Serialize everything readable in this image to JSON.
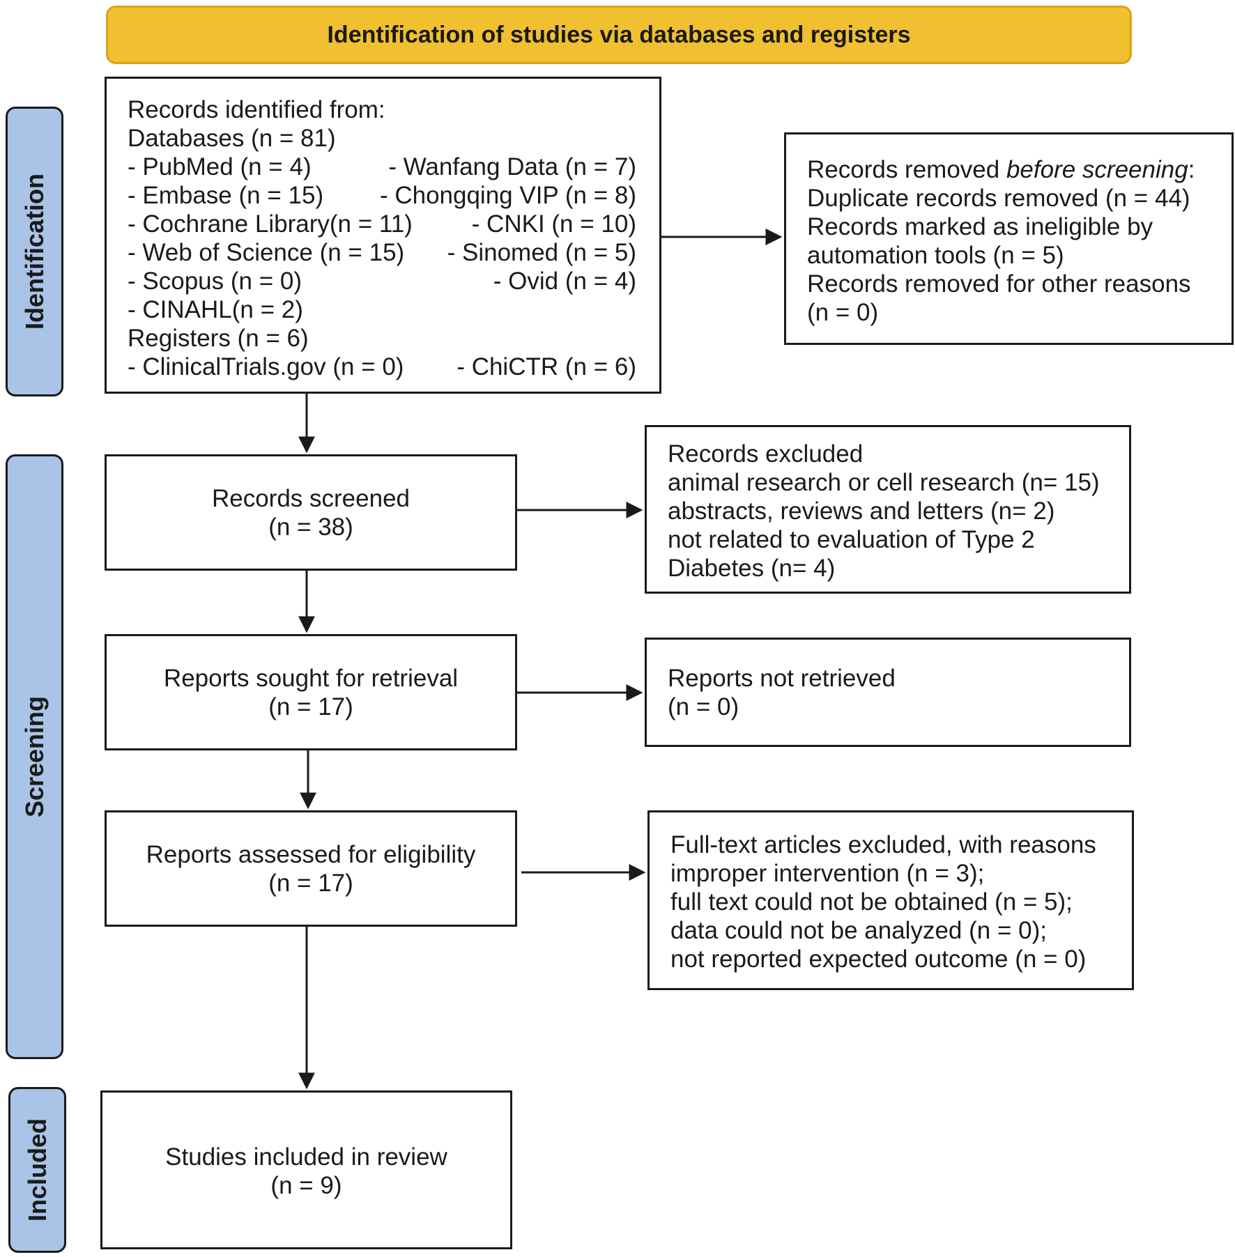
{
  "banner": "Identification of studies via databases and registers",
  "phases": {
    "identification": "Identification",
    "screening": "Screening",
    "included": "Included"
  },
  "identified": {
    "heading": "Records identified from:",
    "databases_label": "Databases (n = 81)",
    "databases": [
      [
        "- PubMed (n = 4)",
        "- Wanfang Data (n = 7)"
      ],
      [
        "- Embase (n = 15)",
        "- Chongqing VIP (n = 8)"
      ],
      [
        "- Cochrane Library(n = 11)",
        "- CNKI (n = 10)"
      ],
      [
        "- Web of Science (n = 15)",
        "- Sinomed (n = 5)"
      ],
      [
        "- Scopus (n = 0)",
        "- Ovid (n = 4)"
      ],
      [
        "- CINAHL(n = 2)",
        ""
      ]
    ],
    "registers_label": "Registers (n = 6)",
    "registers": [
      [
        "- ClinicalTrials.gov (n = 0)",
        "- ChiCTR (n = 6)"
      ]
    ]
  },
  "removed": {
    "heading_prefix": "Records removed ",
    "heading_em": "before screening",
    "heading_suffix": ":",
    "lines": [
      "Duplicate records removed  (n = 44)",
      "Records marked as ineligible by",
      "automation tools (n = 5)",
      "Records removed for other reasons",
      "(n = 0)"
    ]
  },
  "screened": {
    "label": "Records screened",
    "n": "(n = 38)"
  },
  "excluded": {
    "lines": [
      "Records excluded",
      "animal research or cell research (n= 15)",
      "abstracts, reviews and letters (n= 2)",
      "not related to evaluation of Type 2",
      "Diabetes (n= 4)"
    ]
  },
  "sought": {
    "label": "Reports sought for retrieval",
    "n": "(n = 17)"
  },
  "not_retrieved": {
    "lines": [
      "Reports not retrieved",
      "(n = 0)"
    ]
  },
  "assessed": {
    "label": "Reports assessed for eligibility",
    "n": "(n = 17)"
  },
  "fulltext_excluded": {
    "lines": [
      "Full-text articles excluded, with reasons",
      "improper intervention (n = 3);",
      "full text could not be obtained (n = 5);",
      "data could not be analyzed (n = 0);",
      "not reported expected outcome (n = 0)"
    ]
  },
  "included": {
    "label": "Studies included in review",
    "n": "(n = 9)"
  },
  "colors": {
    "banner": "#f0c030",
    "phase": "#a9c4e6",
    "line": "#1a1a1a"
  }
}
